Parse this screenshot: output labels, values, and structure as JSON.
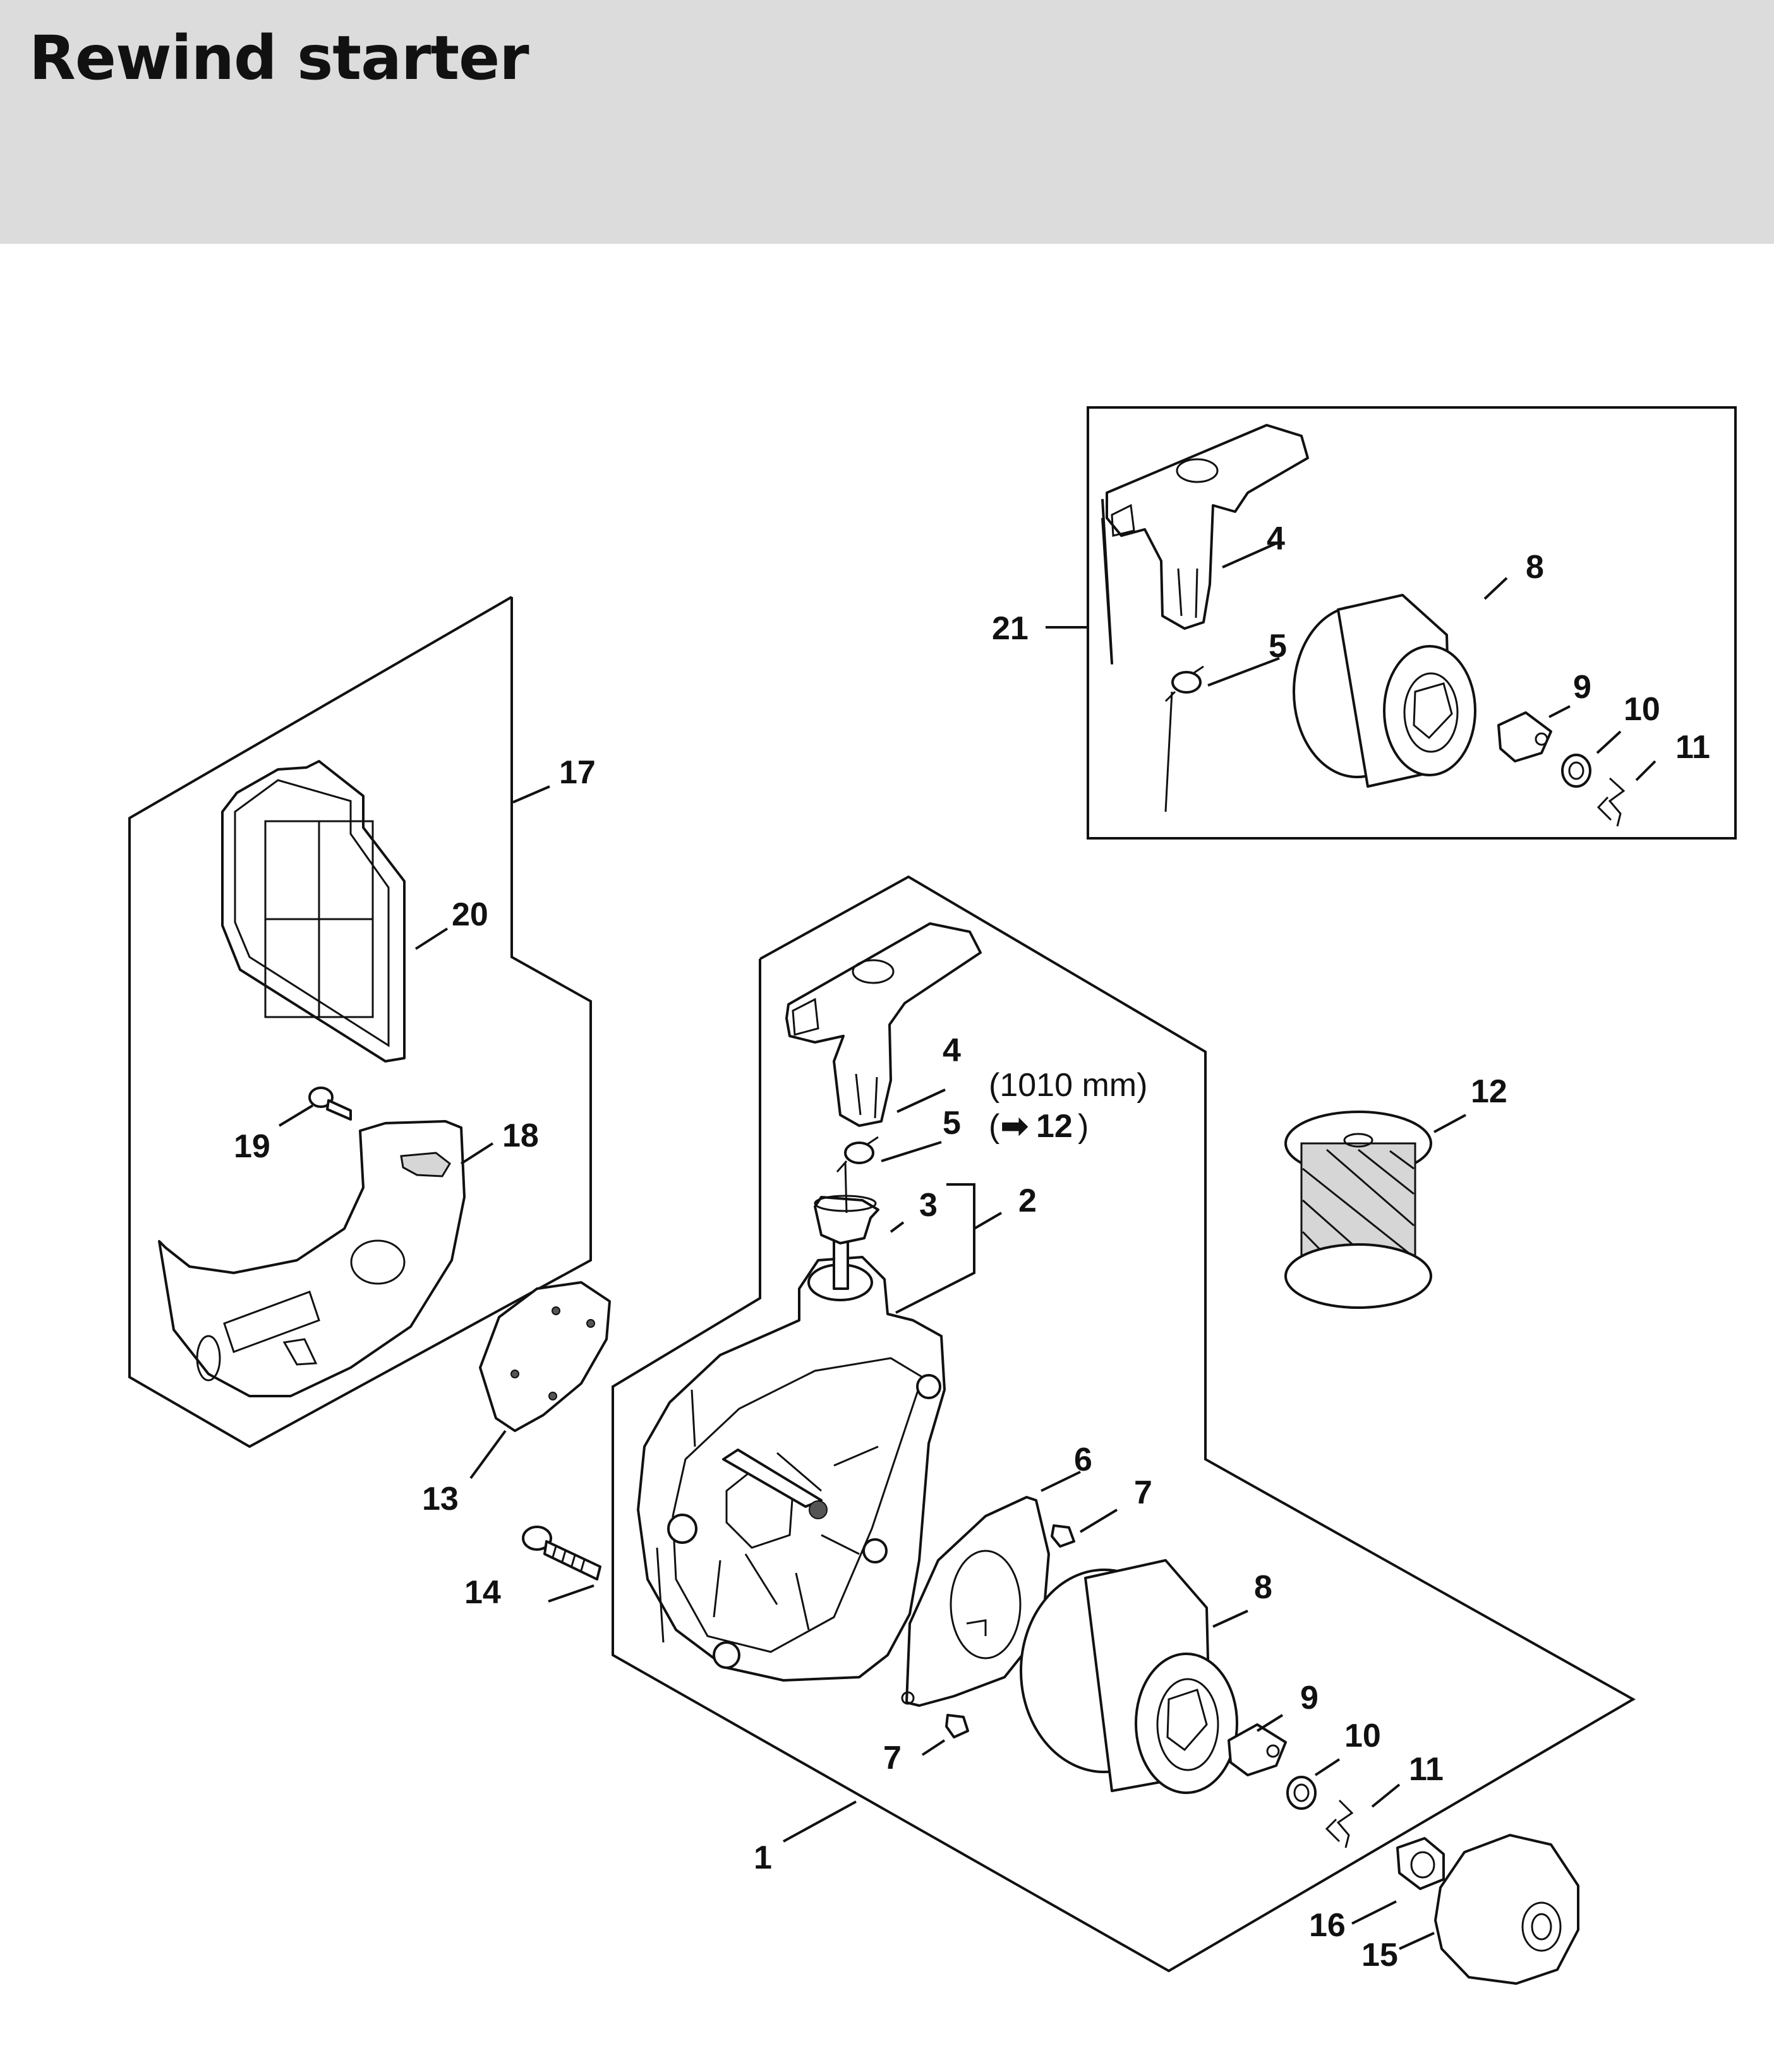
{
  "header": {
    "title": "Rewind starter"
  },
  "callouts": {
    "c1": "1",
    "c2": "2",
    "c3": "3",
    "c4a": "4",
    "c4b": "4",
    "c5a": "5",
    "c5b": "5",
    "c6": "6",
    "c7a": "7",
    "c7b": "7",
    "c8a": "8",
    "c8b": "8",
    "c9a": "9",
    "c9b": "9",
    "c10a": "10",
    "c10b": "10",
    "c11a": "11",
    "c11b": "11",
    "c12": "12",
    "c13": "13",
    "c14": "14",
    "c15": "15",
    "c16": "16",
    "c17": "17",
    "c18": "18",
    "c19": "19",
    "c20": "20",
    "c21": "21"
  },
  "notes": {
    "rope_length": "(1010 mm)",
    "rope_ref_arrow": "➡",
    "rope_ref_number": "12",
    "rope_ref_open": "(",
    "rope_ref_close": ")"
  },
  "colors": {
    "header_band": "#dbdcdb",
    "line": "#111111"
  }
}
